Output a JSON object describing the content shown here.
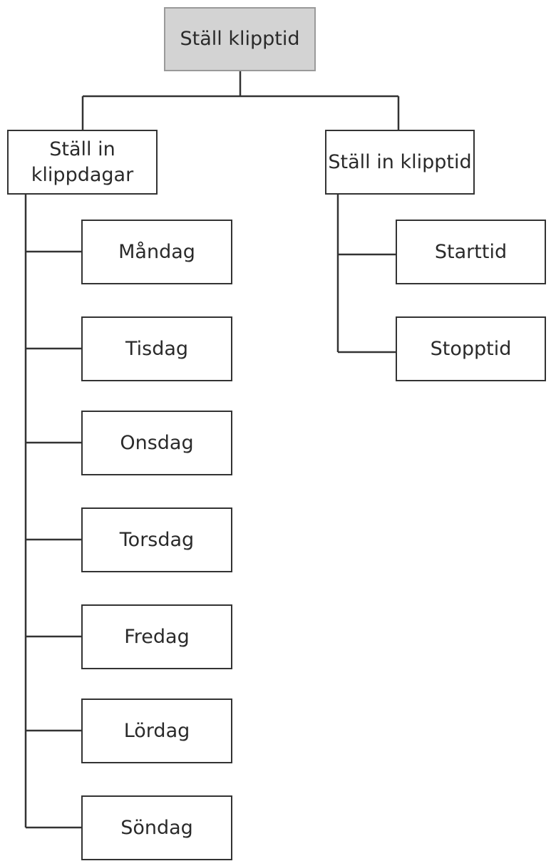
{
  "root": {
    "label": "Ställ klipptid"
  },
  "branches": {
    "days": {
      "label": "Ställ in\nklippdagar",
      "items": [
        "Måndag",
        "Tisdag",
        "Onsdag",
        "Torsdag",
        "Fredag",
        "Lördag",
        "Söndag"
      ]
    },
    "time": {
      "label": "Ställ in klipptid",
      "items": [
        "Starttid",
        "Stopptid"
      ]
    }
  },
  "colors": {
    "root_fill": "#d3d3d3",
    "box_fill": "#ffffff",
    "line": "#333333"
  }
}
